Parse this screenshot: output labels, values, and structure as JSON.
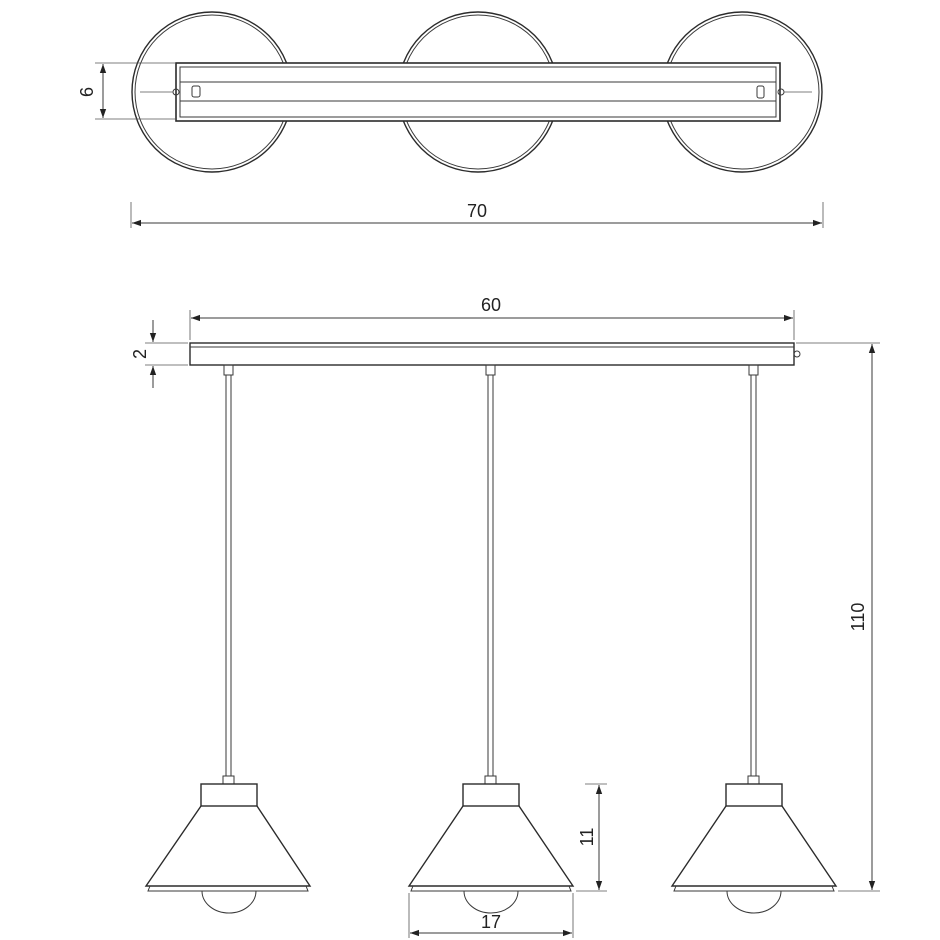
{
  "dimensions": {
    "top_view": {
      "width": "70",
      "depth": "6"
    },
    "front_view": {
      "canopy_length": "60",
      "canopy_height": "2",
      "total_height": "110",
      "shade_height": "11",
      "shade_diameter": "17"
    }
  },
  "colors": {
    "line": "#2b2b2b",
    "background": "#ffffff"
  }
}
